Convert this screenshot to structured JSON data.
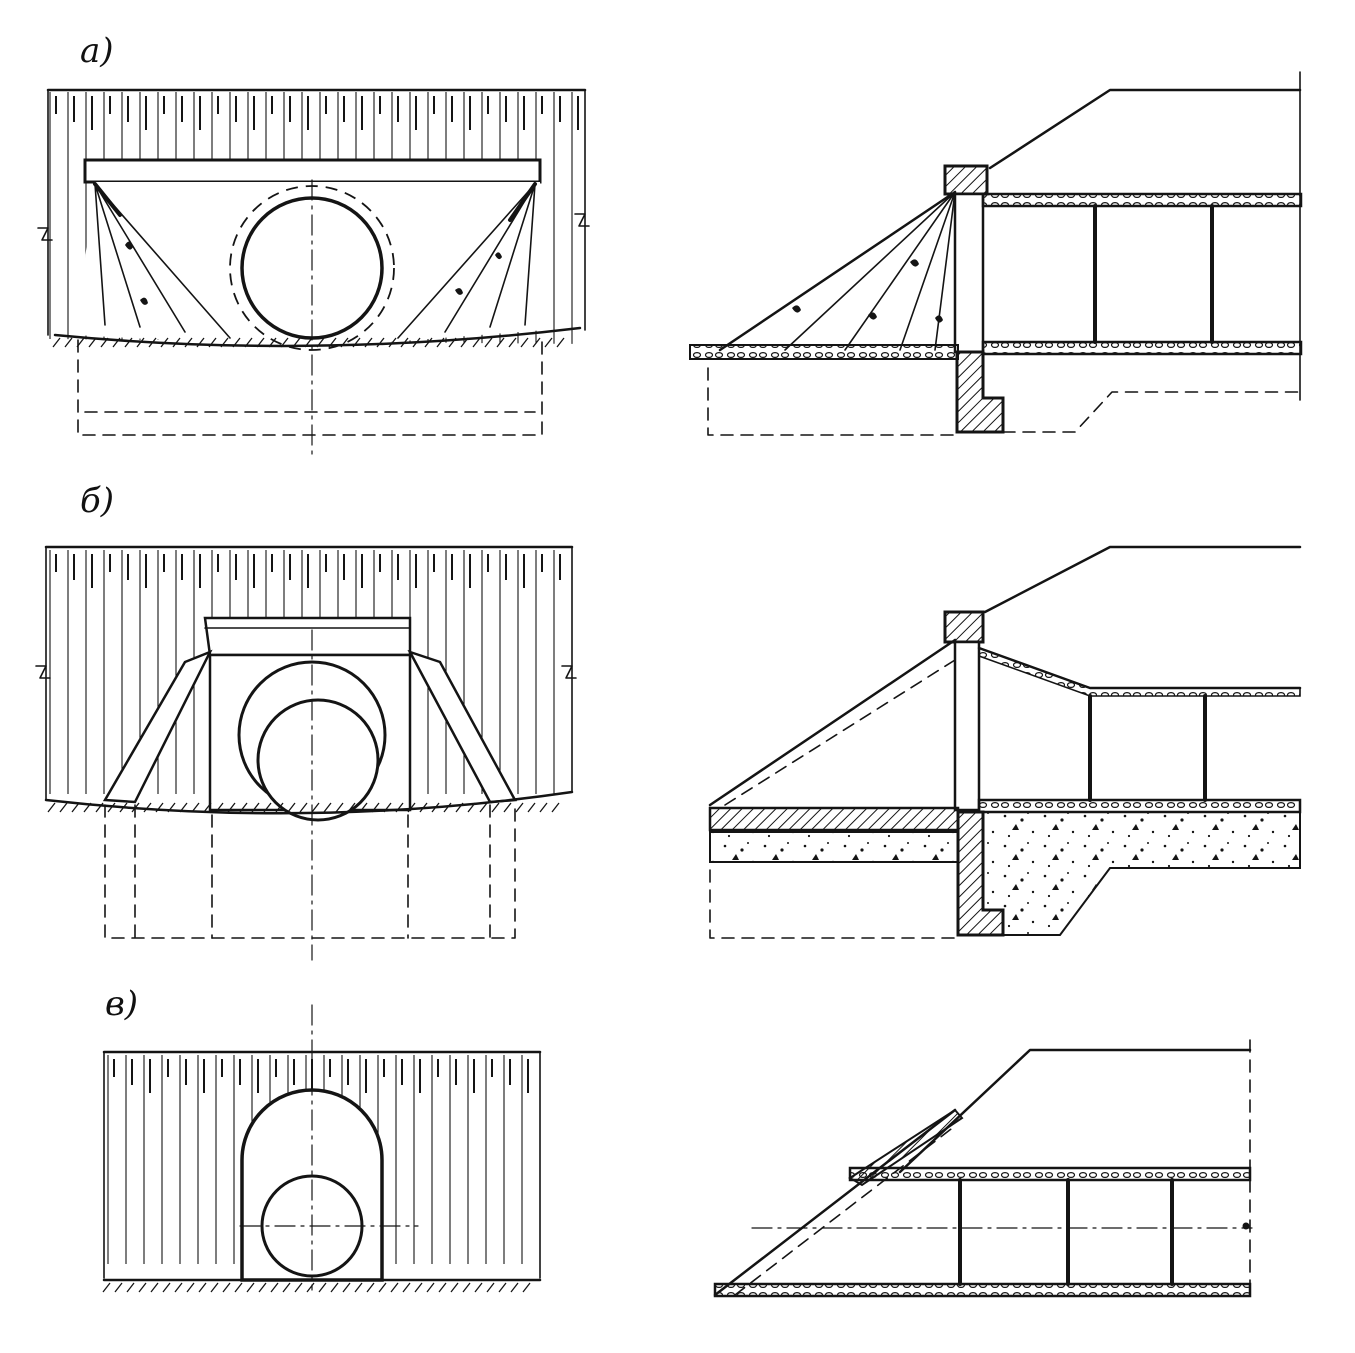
{
  "figure": {
    "labels": {
      "a": "а)",
      "b": "б)",
      "c": "в)"
    },
    "colors": {
      "ink": "#141414",
      "paper": "#ffffff"
    },
    "panels": [
      {
        "id": "a",
        "views": [
          "front-elevation",
          "side-section"
        ]
      },
      {
        "id": "b",
        "views": [
          "front-elevation",
          "side-section"
        ]
      },
      {
        "id": "c",
        "views": [
          "front-elevation",
          "side-section"
        ]
      }
    ]
  }
}
